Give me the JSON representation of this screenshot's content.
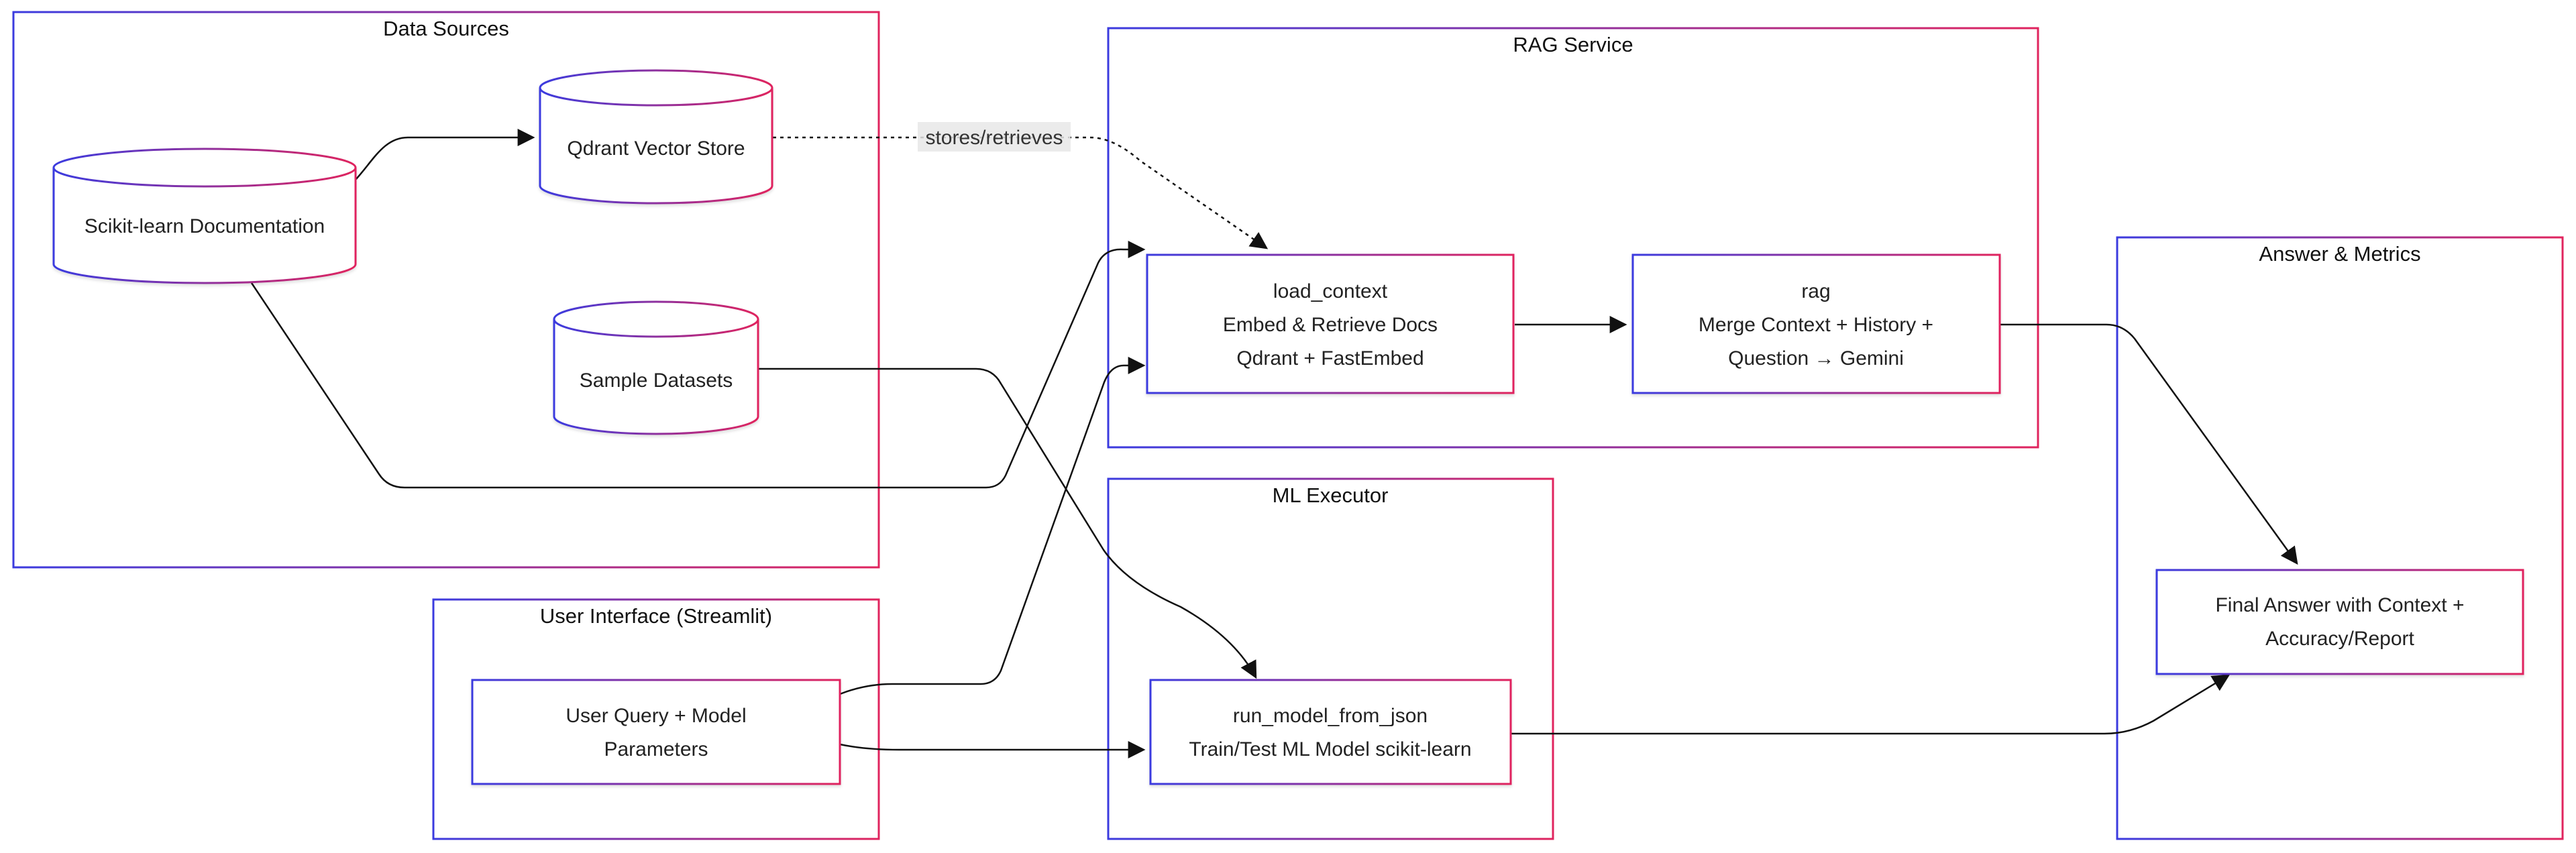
{
  "groups": {
    "data_sources": {
      "title": "Data Sources"
    },
    "rag_service": {
      "title": "RAG Service"
    },
    "answer_metrics": {
      "title": "Answer & Metrics"
    },
    "ml_executor": {
      "title": "ML Executor"
    },
    "user_interface": {
      "title": "User Interface (Streamlit)"
    }
  },
  "nodes": {
    "sklearn_docs": {
      "label": "Scikit-learn Documentation"
    },
    "qdrant_store": {
      "label": "Qdrant Vector Store"
    },
    "sample_datasets": {
      "label": "Sample Datasets"
    },
    "load_context": {
      "lines": [
        "load_context",
        "Embed & Retrieve Docs",
        "Qdrant + FastEmbed"
      ]
    },
    "rag": {
      "lines": [
        "rag",
        "Merge Context + History +",
        "Question → Gemini"
      ]
    },
    "final_answer": {
      "lines": [
        "Final Answer with Context +",
        "Accuracy/Report"
      ]
    },
    "user_query": {
      "lines": [
        "User Query + Model",
        "Parameters"
      ]
    },
    "run_model": {
      "lines": [
        "run_model_from_json",
        "Train/Test ML Model scikit-learn"
      ]
    }
  },
  "edges": {
    "stores_retrieves": {
      "label": "stores/retrieves"
    }
  },
  "colors": {
    "border_start": "#3b3bdf",
    "border_end": "#e0245e",
    "edge": "#111111"
  }
}
